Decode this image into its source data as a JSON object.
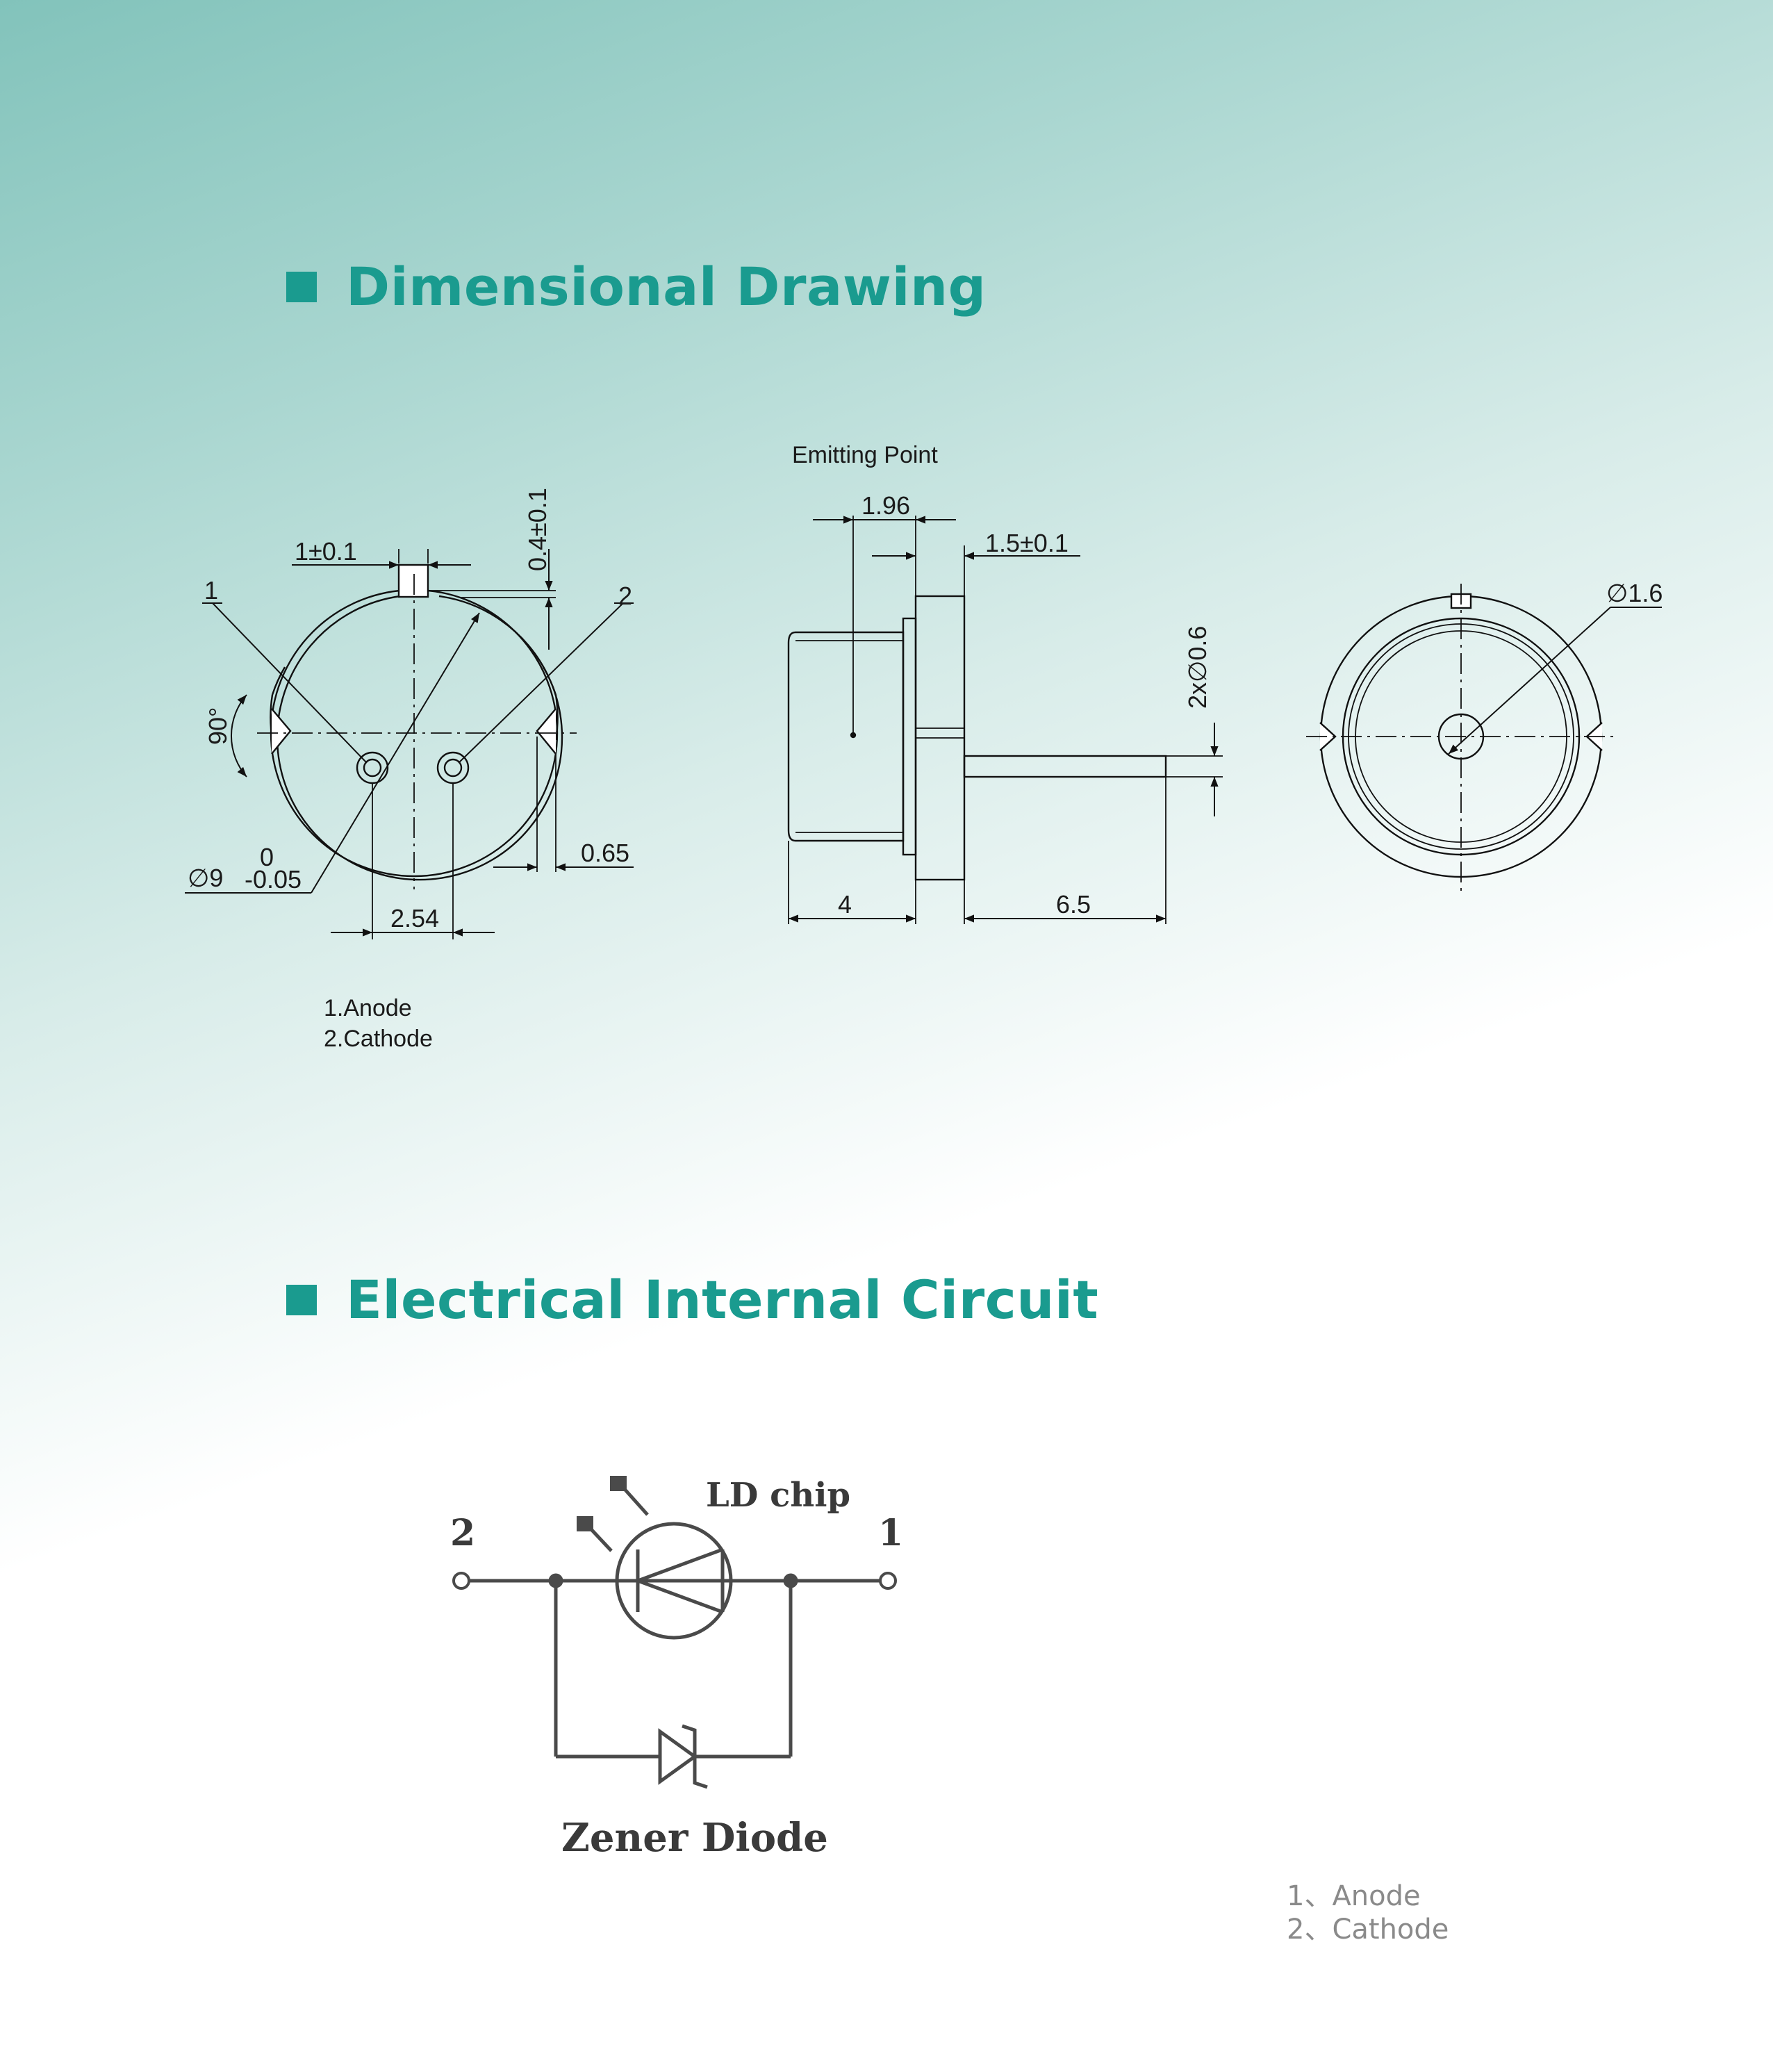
{
  "headings": {
    "dimensional": "Dimensional Drawing",
    "circuit": "Electrical Internal Circuit"
  },
  "front_view": {
    "pin1_label": "1",
    "pin2_label": "2",
    "notch_width": "1±0.1",
    "notch_depth": "0.4±0.1",
    "angle": "90°",
    "diameter_symbol": "∅9",
    "diameter_tol_upper": "0",
    "diameter_tol_lower": "-0.05",
    "pin_spacing": "2.54",
    "flange_offset": "0.65"
  },
  "side_view": {
    "emitting_point": "Emitting Point",
    "emit_offset": "1.96",
    "flange_thickness": "1.5±0.1",
    "pin_diameter": "2x∅0.6",
    "cap_length": "4",
    "pin_length": "6.5"
  },
  "top_view": {
    "window_diameter": "∅1.6"
  },
  "pin_legend": [
    "1.Anode",
    "2.Cathode"
  ],
  "circuit": {
    "ld_label": "LD chip",
    "zener_label": "Zener Diode",
    "node_left": "2",
    "node_right": "1"
  },
  "circuit_legend": [
    "1、Anode",
    "2、Cathode"
  ]
}
